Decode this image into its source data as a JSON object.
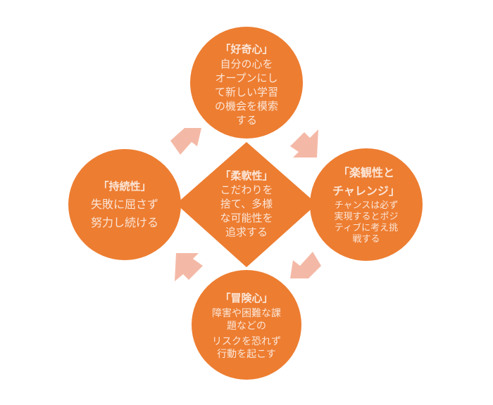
{
  "colors": {
    "node_fill": "#ED7D31",
    "text": "#FBE5D6",
    "arrow_fill": "#F4B9A6",
    "background": "#FFFFFF"
  },
  "center": {
    "title": "「柔軟性」",
    "lines": [
      "こだわりを",
      "捨て、多様",
      "な可能性を",
      "追求する"
    ]
  },
  "nodes": {
    "top": {
      "title": "「好奇心」",
      "lines": [
        "自分の心を",
        "オープンにし",
        "て新しい学習",
        "の機会を模索",
        "する"
      ]
    },
    "right": {
      "title_lines": [
        "「楽観性と",
        "チャレンジ」"
      ],
      "lines": [
        "チャンスは必ず",
        "実現するとポジ",
        "ティブに考え挑",
        "戦する"
      ]
    },
    "bottom": {
      "title": "「冒険心」",
      "lines": [
        "障害や困難な課",
        "題などの",
        "リスクを恐れず",
        "行動を起こす"
      ]
    },
    "left": {
      "title": "「持続性」",
      "lines": [
        "失敗に屈さず",
        "努力し続ける"
      ]
    }
  },
  "arrows": [
    {
      "from": "left",
      "to": "top",
      "direction": "up-right"
    },
    {
      "from": "top",
      "to": "right",
      "direction": "down-right"
    },
    {
      "from": "right",
      "to": "bottom",
      "direction": "down-left"
    },
    {
      "from": "bottom",
      "to": "left",
      "direction": "up-left"
    }
  ]
}
